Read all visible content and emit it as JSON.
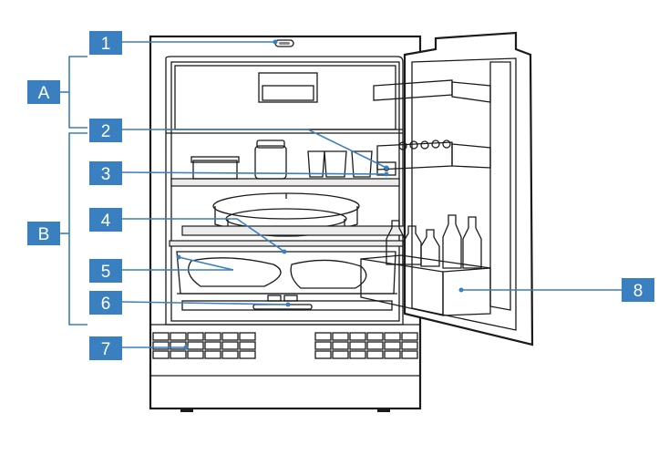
{
  "callouts": [
    {
      "id": "1",
      "label": "1"
    },
    {
      "id": "2",
      "label": "2"
    },
    {
      "id": "3",
      "label": "3"
    },
    {
      "id": "4",
      "label": "4"
    },
    {
      "id": "5",
      "label": "5"
    },
    {
      "id": "6",
      "label": "6"
    },
    {
      "id": "7",
      "label": "7"
    },
    {
      "id": "8",
      "label": "8"
    }
  ],
  "zones": [
    {
      "id": "A",
      "label": "A"
    },
    {
      "id": "B",
      "label": "B"
    }
  ],
  "colors": {
    "callout_fill": "#3a7fbf",
    "callout_text": "#ffffff",
    "line_art": "#1a1a1a"
  }
}
